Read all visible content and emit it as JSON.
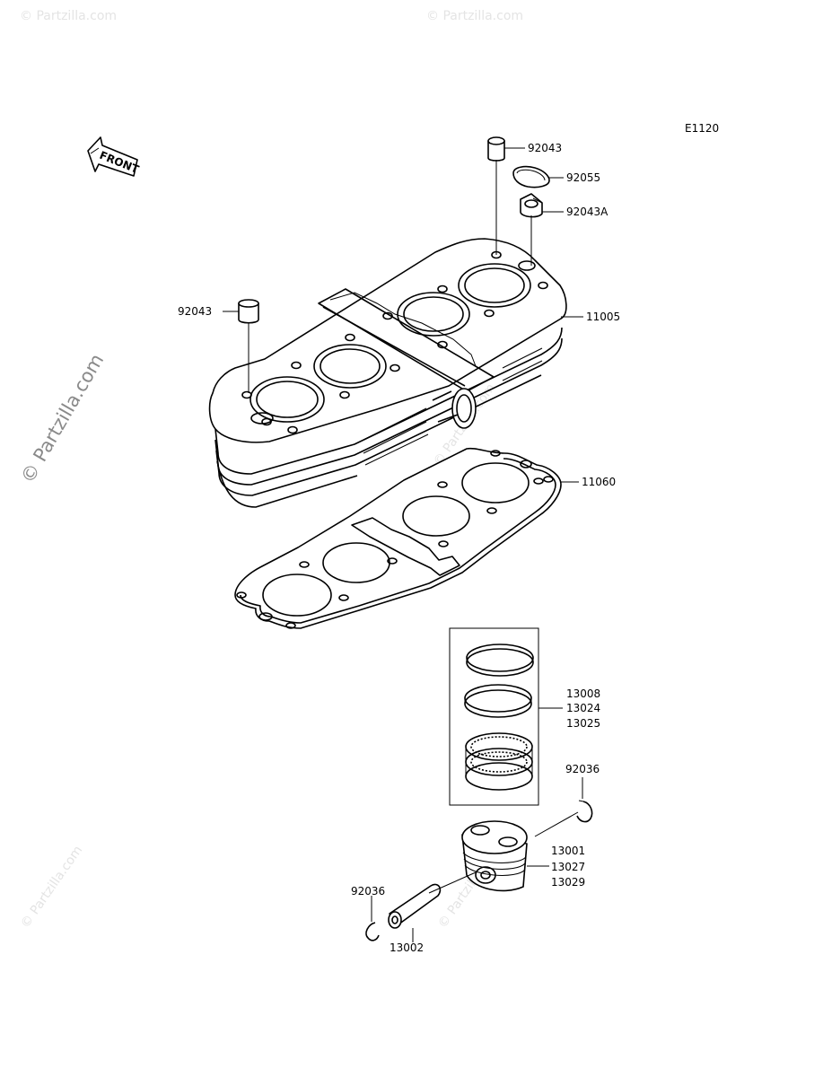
{
  "diagram": {
    "code": "E1120",
    "front_label": "FRONT",
    "watermark": "© Partzilla.com",
    "parts": [
      {
        "number": "92043"
      },
      {
        "number": "92055"
      },
      {
        "number": "92043A"
      },
      {
        "number": "92043"
      },
      {
        "number": "11005"
      },
      {
        "number": "11060"
      },
      {
        "number": "13008"
      },
      {
        "number": "13024"
      },
      {
        "number": "13025"
      },
      {
        "number": "92036"
      },
      {
        "number": "13001"
      },
      {
        "number": "13027"
      },
      {
        "number": "13029"
      },
      {
        "number": "92036"
      },
      {
        "number": "13002"
      }
    ]
  }
}
